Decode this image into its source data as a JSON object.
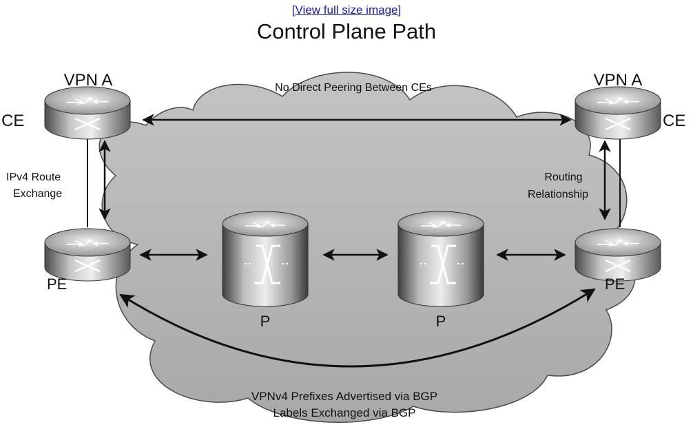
{
  "header": {
    "view_link": "[View full size image]",
    "title": "Control Plane Path"
  },
  "labels": {
    "vpn_left": "VPN A",
    "vpn_right": "VPN A",
    "ce_left": "CE",
    "ce_right": "CE",
    "pe_left": "PE",
    "pe_right": "PE",
    "p_left": "P",
    "p_right": "P",
    "no_peering": "No Direct Peering Between CEs",
    "ipv4_line1": "IPv4 Route",
    "ipv4_line2": "Exchange",
    "routing_line1": "Routing",
    "routing_line2": "Relationship",
    "vpnv4_line1": "VPNv4 Prefixes Advertised via BGP",
    "vpnv4_line2": "Labels Exchanged via BGP"
  },
  "icons": {
    "router": "router-icon",
    "p_router": "label-switch-router-icon",
    "cloud": "cloud-icon"
  }
}
